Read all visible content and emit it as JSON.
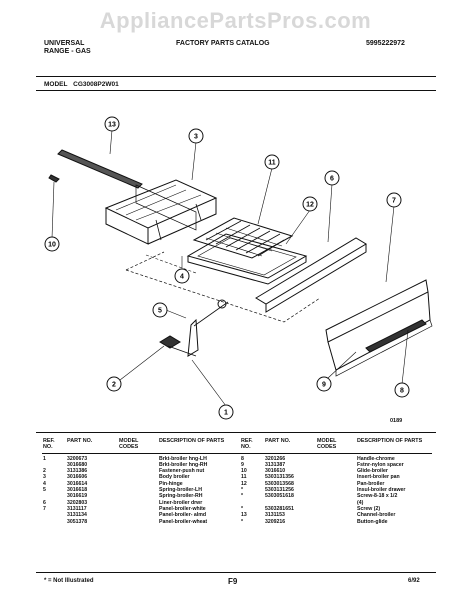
{
  "watermark": "AppliancePartsPros.com",
  "header": {
    "brand_line1": "UNIVERSAL",
    "brand_line2": "RANGE - GAS",
    "catalog_title": "FACTORY PARTS CATALOG",
    "catalog_number": "5995222972",
    "model_label": "MODEL",
    "model_number": "CG3008P2W01"
  },
  "diagram": {
    "figure_number": "0189",
    "callouts": [
      "13",
      "3",
      "11",
      "6",
      "7",
      "12",
      "4",
      "10",
      "5",
      "2",
      "1",
      "9",
      "8"
    ]
  },
  "table": {
    "headers": {
      "ref": "REF. NO.",
      "part": "PART NO.",
      "model": "MODEL CODES",
      "desc": "DESCRIPTION OF PARTS"
    },
    "left_rows": [
      {
        "ref": "1",
        "part": "3200673",
        "desc": "Brkt-broiler hng-LH"
      },
      {
        "ref": "",
        "part": "3016680",
        "desc": "Brkt-broiler hng-RH"
      },
      {
        "ref": "2",
        "part": "3131386",
        "desc": "Fastener-push nut"
      },
      {
        "ref": "3",
        "part": "3016606",
        "desc": "Body broiler"
      },
      {
        "ref": "4",
        "part": "3016614",
        "desc": "Pin-hinge"
      },
      {
        "ref": "5",
        "part": "3016618",
        "desc": "Spring-broiler-LH"
      },
      {
        "ref": "",
        "part": "3016619",
        "desc": "Spring-broiler-RH"
      },
      {
        "ref": "6",
        "part": "3202803",
        "desc": "Liner-broiler drwr"
      },
      {
        "ref": "7",
        "part": "3131117",
        "desc": "Panel-broiler-white"
      },
      {
        "ref": "",
        "part": "3131134",
        "desc": "Panel-broiler- almd"
      },
      {
        "ref": "",
        "part": "3051378",
        "desc": "Panel-broiler-wheat"
      }
    ],
    "right_rows": [
      {
        "ref": "8",
        "part": "3201266",
        "desc": "Handle-chrome"
      },
      {
        "ref": "9",
        "part": "3131387",
        "desc": "Fstnr-nylon spacer"
      },
      {
        "ref": "10",
        "part": "3016610",
        "desc": "Glide-broiler"
      },
      {
        "ref": "11",
        "part": "5303131356",
        "desc": "Insert-broiler pan"
      },
      {
        "ref": "12",
        "part": "5303013568",
        "desc": "Pan-broiler"
      },
      {
        "ref": "*",
        "part": "5303131256",
        "desc": "Insul-broiler drawer"
      },
      {
        "ref": "*",
        "part": "5303051618",
        "desc": "Screw-8-18 x 1/2"
      },
      {
        "ref": "",
        "part": "",
        "desc": "(4)"
      },
      {
        "ref": "*",
        "part": "5303281651",
        "desc": "Screw (2)"
      },
      {
        "ref": "13",
        "part": "3131153",
        "desc": "Channel-broiler"
      },
      {
        "ref": "*",
        "part": "3209216",
        "desc": "Button-glide"
      }
    ]
  },
  "footer": {
    "note": "* = Not Illustrated",
    "page": "F9",
    "date": "6/92"
  }
}
